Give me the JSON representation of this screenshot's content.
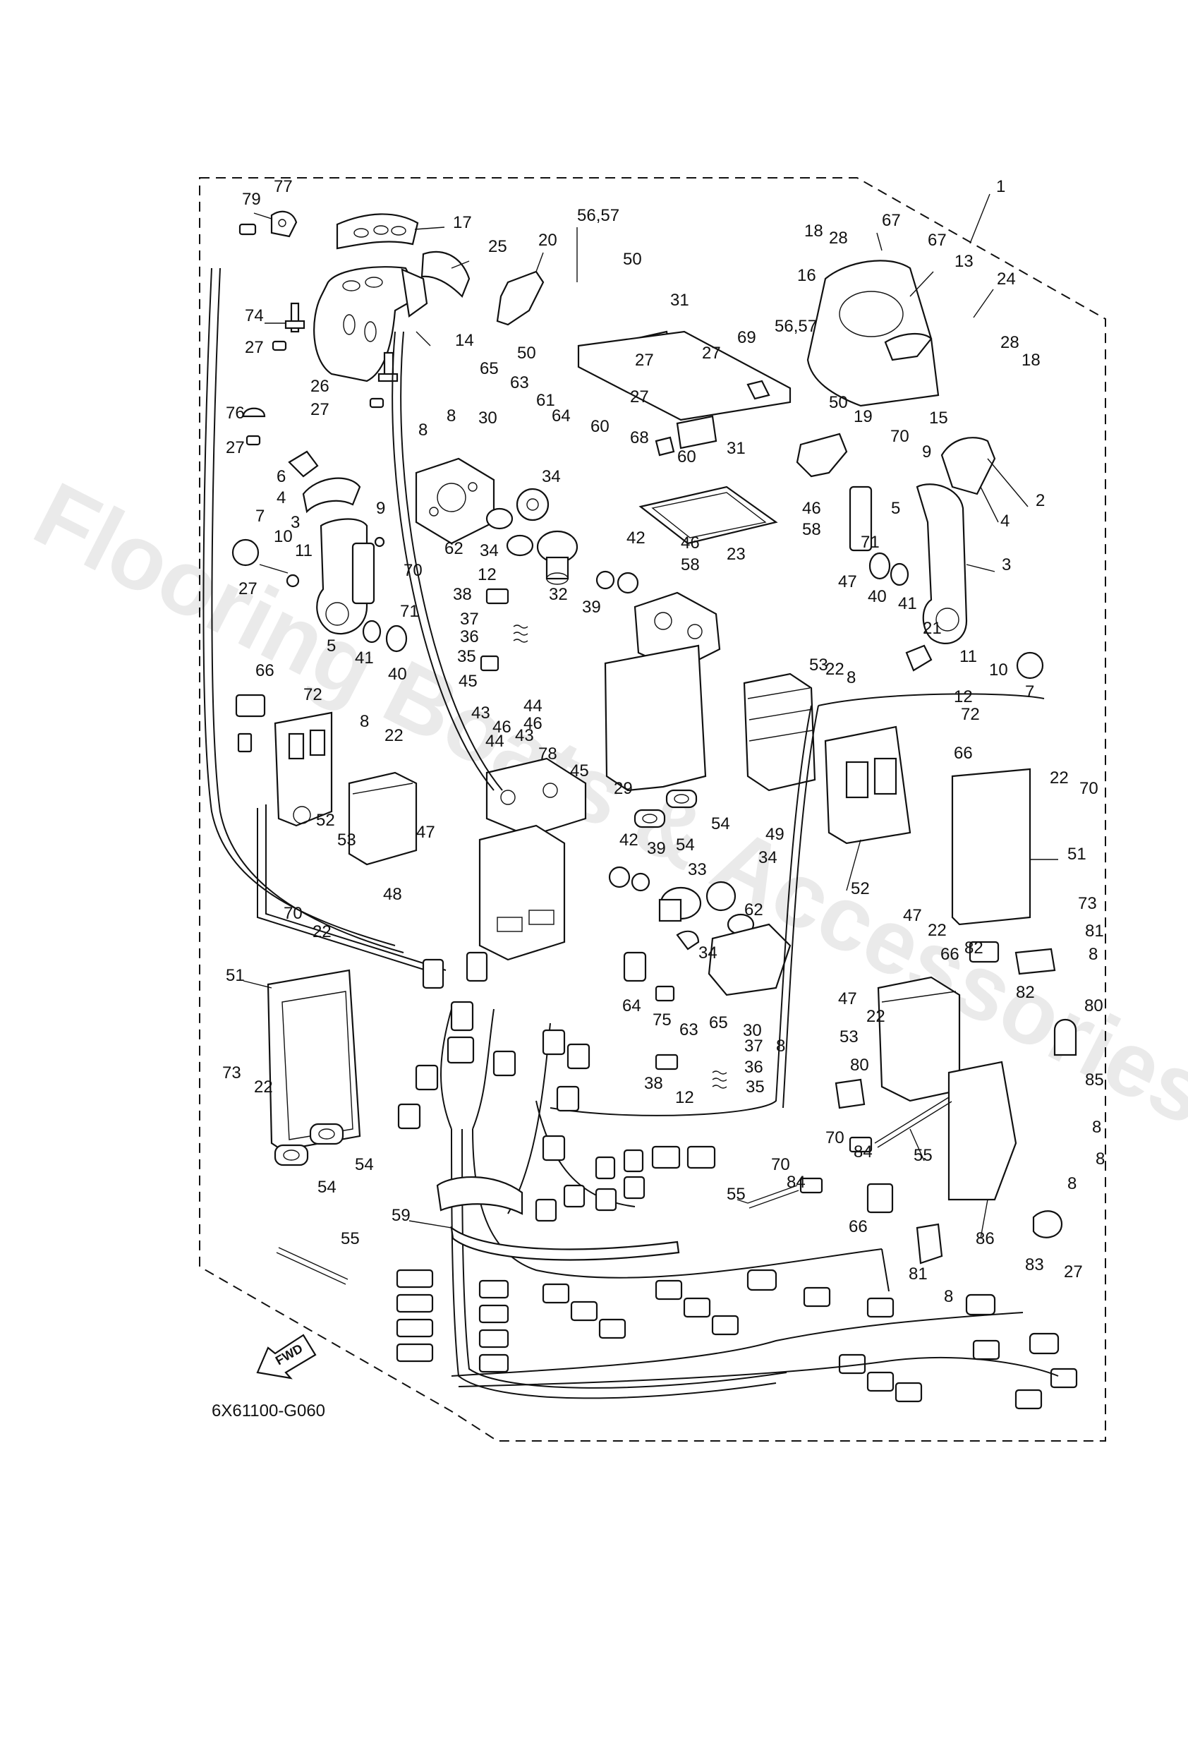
{
  "diagram": {
    "code": "6X61100-G060",
    "direction_label": "FWD",
    "watermark": "Flooring Boats & Accessories",
    "labels": [
      [
        "1",
        1412,
        272
      ],
      [
        "77",
        388,
        272
      ],
      [
        "79",
        343,
        290
      ],
      [
        "17",
        642,
        323
      ],
      [
        "25",
        692,
        357
      ],
      [
        "14",
        645,
        490
      ],
      [
        "74",
        347,
        455
      ],
      [
        "27",
        347,
        500
      ],
      [
        "26",
        440,
        555
      ],
      [
        "27",
        440,
        588
      ],
      [
        "76",
        320,
        593
      ],
      [
        "27",
        320,
        642
      ],
      [
        "6",
        392,
        683
      ],
      [
        "4",
        392,
        713
      ],
      [
        "3",
        412,
        748
      ],
      [
        "9",
        533,
        728
      ],
      [
        "7",
        362,
        739
      ],
      [
        "10",
        388,
        768
      ],
      [
        "11",
        418,
        788
      ],
      [
        "70",
        572,
        816
      ],
      [
        "27",
        338,
        842
      ],
      [
        "5",
        463,
        923
      ],
      [
        "41",
        503,
        940
      ],
      [
        "71",
        567,
        874
      ],
      [
        "40",
        550,
        963
      ],
      [
        "66",
        362,
        958
      ],
      [
        "72",
        430,
        992
      ],
      [
        "8",
        510,
        1030
      ],
      [
        "22",
        545,
        1050
      ],
      [
        "52",
        448,
        1170
      ],
      [
        "53",
        478,
        1198
      ],
      [
        "47",
        590,
        1187
      ],
      [
        "48",
        543,
        1275
      ],
      [
        "70",
        402,
        1302
      ],
      [
        "22",
        443,
        1328
      ],
      [
        "51",
        320,
        1390
      ],
      [
        "73",
        315,
        1528
      ],
      [
        "22",
        360,
        1548
      ],
      [
        "54",
        450,
        1690
      ],
      [
        "54",
        503,
        1658
      ],
      [
        "55",
        483,
        1763
      ],
      [
        "59",
        555,
        1730
      ],
      [
        "56,57",
        818,
        313
      ],
      [
        "20",
        763,
        348
      ],
      [
        "50",
        883,
        375
      ],
      [
        "31",
        950,
        433
      ],
      [
        "50",
        733,
        508
      ],
      [
        "27",
        900,
        518
      ],
      [
        "27",
        893,
        570
      ],
      [
        "60",
        837,
        612
      ],
      [
        "65",
        680,
        530
      ],
      [
        "63",
        723,
        550
      ],
      [
        "61",
        760,
        575
      ],
      [
        "64",
        782,
        597
      ],
      [
        "30",
        678,
        600
      ],
      [
        "8",
        633,
        597
      ],
      [
        "8",
        593,
        617
      ],
      [
        "34",
        768,
        683
      ],
      [
        "34",
        680,
        788
      ],
      [
        "62",
        630,
        785
      ],
      [
        "12",
        677,
        822
      ],
      [
        "38",
        642,
        850
      ],
      [
        "32",
        778,
        850
      ],
      [
        "39",
        825,
        868
      ],
      [
        "37",
        652,
        885
      ],
      [
        "36",
        652,
        910
      ],
      [
        "35",
        648,
        938
      ],
      [
        "45",
        650,
        973
      ],
      [
        "42",
        888,
        770
      ],
      [
        "46",
        965,
        777
      ],
      [
        "58",
        965,
        808
      ],
      [
        "23",
        1030,
        793
      ],
      [
        "27",
        995,
        508
      ],
      [
        "69",
        1045,
        486
      ],
      [
        "56,57",
        1098,
        470
      ],
      [
        "68",
        893,
        628
      ],
      [
        "60",
        960,
        655
      ],
      [
        "31",
        1030,
        643
      ],
      [
        "50",
        1175,
        578
      ],
      [
        "19",
        1210,
        598
      ],
      [
        "18",
        1140,
        335
      ],
      [
        "28",
        1175,
        345
      ],
      [
        "67",
        1250,
        320
      ],
      [
        "67",
        1315,
        348
      ],
      [
        "16",
        1130,
        398
      ],
      [
        "13",
        1353,
        378
      ],
      [
        "24",
        1413,
        403
      ],
      [
        "28",
        1418,
        493
      ],
      [
        "18",
        1448,
        518
      ],
      [
        "15",
        1317,
        600
      ],
      [
        "70",
        1262,
        626
      ],
      [
        "9",
        1307,
        648
      ],
      [
        "2",
        1468,
        717
      ],
      [
        "4",
        1418,
        746
      ],
      [
        "46",
        1137,
        728
      ],
      [
        "58",
        1137,
        758
      ],
      [
        "5",
        1263,
        728
      ],
      [
        "71",
        1220,
        776
      ],
      [
        "3",
        1420,
        808
      ],
      [
        "47",
        1188,
        832
      ],
      [
        "40",
        1230,
        853
      ],
      [
        "41",
        1273,
        863
      ],
      [
        "21",
        1308,
        898
      ],
      [
        "11",
        1360,
        938
      ],
      [
        "10",
        1402,
        957
      ],
      [
        "12",
        1352,
        995
      ],
      [
        "7",
        1453,
        988
      ],
      [
        "53",
        1147,
        950
      ],
      [
        "22",
        1170,
        956
      ],
      [
        "8",
        1200,
        968
      ],
      [
        "72",
        1362,
        1020
      ],
      [
        "66",
        1352,
        1075
      ],
      [
        "22",
        1488,
        1110
      ],
      [
        "70",
        1530,
        1125
      ],
      [
        "51",
        1513,
        1218
      ],
      [
        "52",
        1206,
        1267
      ],
      [
        "29",
        870,
        1125
      ],
      [
        "54",
        1008,
        1175
      ],
      [
        "54",
        958,
        1205
      ],
      [
        "49",
        1085,
        1190
      ],
      [
        "44",
        742,
        1008
      ],
      [
        "46",
        742,
        1033
      ],
      [
        "43",
        668,
        1018
      ],
      [
        "46",
        698,
        1038
      ],
      [
        "43",
        730,
        1050
      ],
      [
        "44",
        688,
        1058
      ],
      [
        "78",
        763,
        1076
      ],
      [
        "45",
        808,
        1100
      ],
      [
        "42",
        878,
        1198
      ],
      [
        "39",
        917,
        1210
      ],
      [
        "33",
        975,
        1240
      ],
      [
        "34",
        1075,
        1223
      ],
      [
        "62",
        1055,
        1297
      ],
      [
        "34",
        990,
        1358
      ],
      [
        "64",
        882,
        1433
      ],
      [
        "75",
        925,
        1453
      ],
      [
        "63",
        963,
        1467
      ],
      [
        "65",
        1005,
        1457
      ],
      [
        "30",
        1053,
        1468
      ],
      [
        "8",
        1100,
        1490
      ],
      [
        "37",
        1055,
        1490
      ],
      [
        "36",
        1055,
        1520
      ],
      [
        "35",
        1057,
        1548
      ],
      [
        "38",
        913,
        1543
      ],
      [
        "12",
        957,
        1563
      ],
      [
        "47",
        1280,
        1305
      ],
      [
        "22",
        1315,
        1326
      ],
      [
        "73",
        1528,
        1288
      ],
      [
        "81",
        1538,
        1327
      ],
      [
        "8",
        1543,
        1360
      ],
      [
        "66",
        1333,
        1360
      ],
      [
        "82",
        1367,
        1351
      ],
      [
        "82",
        1440,
        1414
      ],
      [
        "47",
        1188,
        1423
      ],
      [
        "22",
        1228,
        1448
      ],
      [
        "53",
        1190,
        1477
      ],
      [
        "80",
        1537,
        1433
      ],
      [
        "80",
        1205,
        1517
      ],
      [
        "85",
        1538,
        1538
      ],
      [
        "70",
        1170,
        1620
      ],
      [
        "84",
        1210,
        1640
      ],
      [
        "55",
        1295,
        1645
      ],
      [
        "8",
        1548,
        1605
      ],
      [
        "8",
        1553,
        1650
      ],
      [
        "70",
        1093,
        1658
      ],
      [
        "84",
        1115,
        1683
      ],
      [
        "55",
        1030,
        1700
      ],
      [
        "8",
        1513,
        1685
      ],
      [
        "66",
        1203,
        1746
      ],
      [
        "86",
        1383,
        1763
      ],
      [
        "83",
        1453,
        1800
      ],
      [
        "27",
        1508,
        1810
      ],
      [
        "81",
        1288,
        1813
      ],
      [
        "8",
        1338,
        1845
      ]
    ]
  }
}
